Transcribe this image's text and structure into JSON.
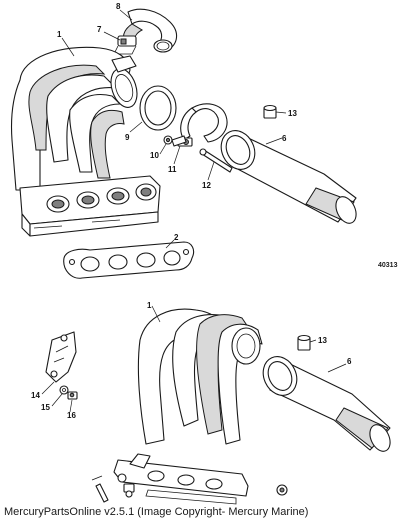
{
  "diagram": {
    "figure_number": "40313",
    "callouts": {
      "manifold_top": "1",
      "gasket": "2",
      "elbow": "8",
      "clamp_small": "7",
      "ring": "9",
      "nut": "10",
      "bolt": "11",
      "stud": "12",
      "cap_top": "13",
      "muffler_top": "6",
      "manifold_bottom": "1",
      "cap_bottom": "13",
      "muffler_bottom": "6",
      "bracket": "14",
      "washer": "15",
      "screw": "16"
    }
  },
  "footer": {
    "copyright_text": "MercuryPartsOnline v2.5.1 (Image Copyright- Mercury Marine)"
  }
}
